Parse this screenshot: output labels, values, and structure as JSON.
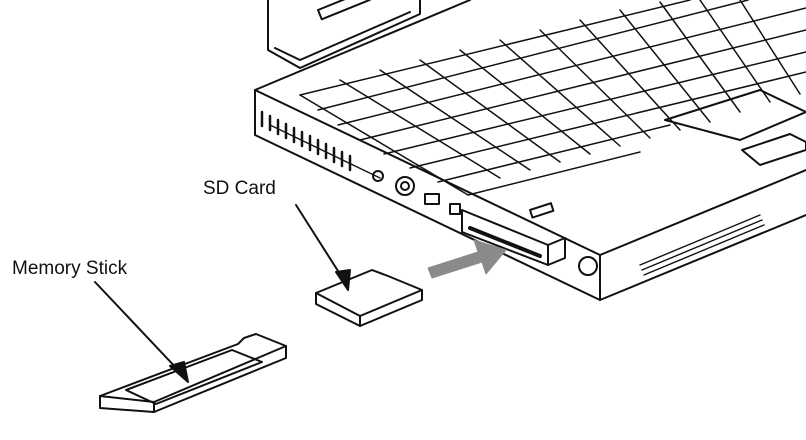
{
  "labels": {
    "sd_card": "SD Card",
    "memory_stick": "Memory Stick"
  },
  "colors": {
    "line": "#111111",
    "background": "#ffffff",
    "arrow_fill": "#8a8a8a"
  },
  "icons": [
    "laptop-illustration",
    "sd-card-icon",
    "memory-stick-icon",
    "insert-arrow-icon"
  ]
}
